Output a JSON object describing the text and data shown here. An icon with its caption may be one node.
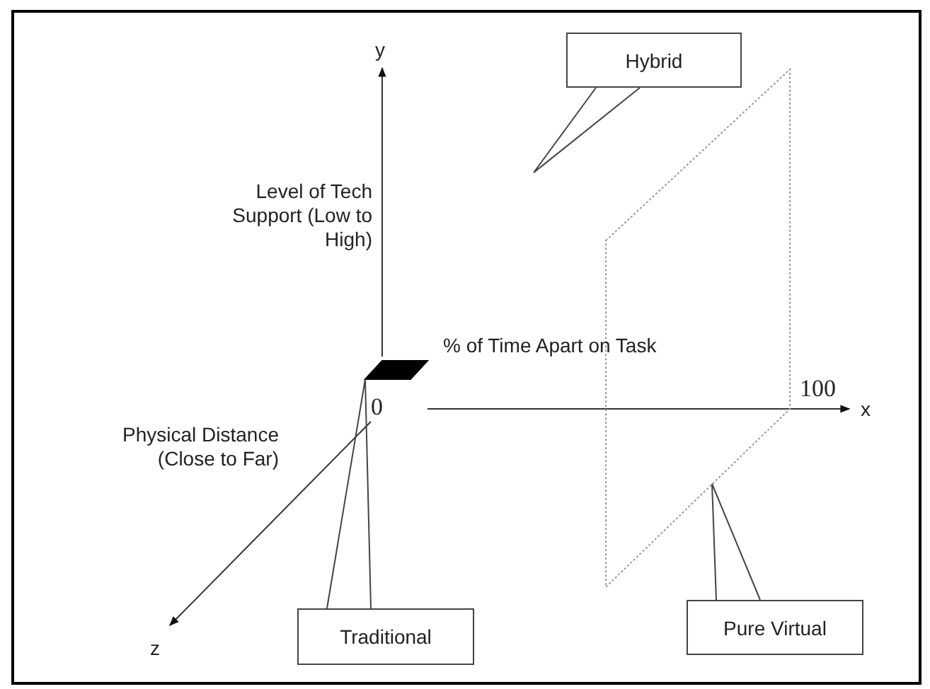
{
  "diagram": {
    "nodes": [
      {
        "text": [
          "Hybrid"
        ]
      },
      {
        "text": [],
        "shape": "parallelogram"
      },
      {
        "text": [],
        "shape": "parallelogram"
      },
      {
        "text": [
          "Traditional"
        ]
      },
      {
        "text": [
          "Pure Virtual"
        ]
      }
    ],
    "edges": [
      {
        "from": 0,
        "to": null,
        "arrow": "none"
      },
      {
        "from": 3,
        "to": 2,
        "arrow": "none"
      },
      {
        "from": 4,
        "to": 1,
        "arrow": "none"
      }
    ],
    "labels": [
      "y",
      "Level of Tech Support (Low to High)",
      "% of Time Apart on Task",
      "0",
      "100",
      "x",
      "Physical Distance (Close to Far)",
      "z"
    ]
  }
}
